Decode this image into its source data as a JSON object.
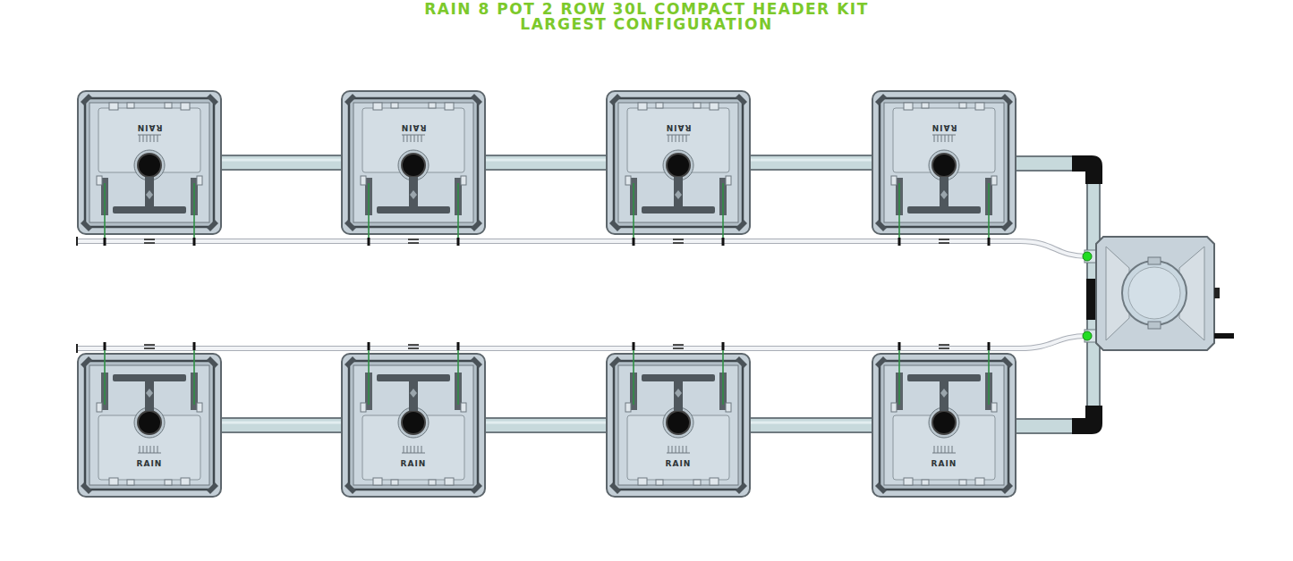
{
  "diagram": {
    "title": "RAIN 8 POT 2 ROW 30L COMPACT HEADER KIT LARGEST CONFIGURATION",
    "nodes": [
      {
        "text": [
          "RAIN"
        ]
      },
      {
        "text": [
          "RAIN"
        ]
      },
      {
        "text": [
          "RAIN"
        ]
      },
      {
        "text": [
          "RAIN"
        ]
      },
      {
        "text": [
          "RAIN"
        ]
      },
      {
        "text": [
          "RAIN"
        ]
      },
      {
        "text": [
          "RAIN"
        ]
      },
      {
        "text": [
          "RAIN"
        ]
      }
    ],
    "edges": [
      {
        "from": 0,
        "to": 1,
        "arrow": "none"
      },
      {
        "from": 1,
        "to": 2,
        "arrow": "none"
      },
      {
        "from": 2,
        "to": 3,
        "arrow": "none"
      },
      {
        "from": 4,
        "to": 5,
        "arrow": "none"
      },
      {
        "from": 5,
        "to": 6,
        "arrow": "none"
      },
      {
        "from": 6,
        "to": 7,
        "arrow": "none"
      }
    ]
  }
}
